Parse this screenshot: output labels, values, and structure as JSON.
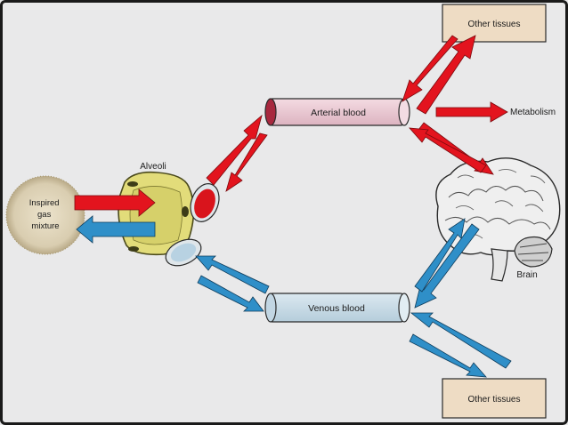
{
  "labels": {
    "inspired": [
      "Inspired",
      "gas",
      "mixture"
    ],
    "alveoli": "Alveoli",
    "arterial_blood": "Arterial blood",
    "venous_blood": "Venous blood",
    "metabolism": "Metabolism",
    "brain": "Brain",
    "other_tissues_top": "Other tissues",
    "other_tissues_bottom": "Other tissues"
  },
  "colors": {
    "background": "#e9e9ea",
    "arterial": "#e3141e",
    "venous": "#2f8fc8",
    "arterial_vessel": "#ecc9d2",
    "venous_vessel": "#c9dbe6",
    "alveoli": "#e2dc7a",
    "tissue_box": "#eedcc4",
    "gas_sphere": "#ddd2b7"
  }
}
